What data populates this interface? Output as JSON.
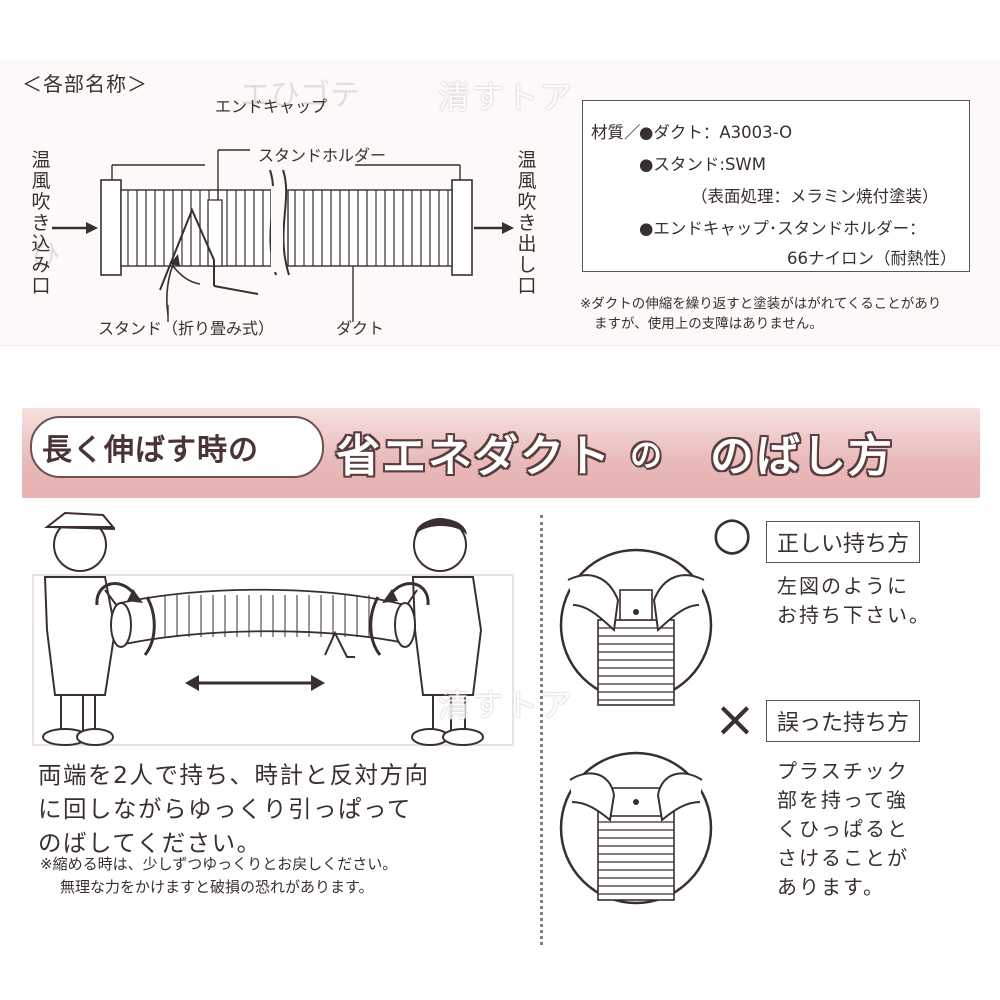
{
  "parts": {
    "section_title": "＜各部名称＞",
    "end_cap": "エンドキャップ",
    "stand_holder": "スタンドホルダー",
    "stand": "スタンド（折り畳み式）",
    "duct": "ダクト",
    "inlet": "温風吹き込み口",
    "outlet": "温風吹き出し口"
  },
  "materials": {
    "label": "材質／",
    "duct": "●ダクト：A3003-O",
    "stand": "●スタンド:SWM",
    "stand_finish": "（表面処理：メラミン焼付塗装）",
    "cap_holder": "●エンドキャップ･スタンドホルダー：",
    "cap_holder_material": "66ナイロン（耐熱性）"
  },
  "duct_note": {
    "line1": "※ダクトの伸縮を繰り返すと塗装がはがれてくることがあり",
    "line2": "ますが、使用上の支障はありません。"
  },
  "banner": {
    "prefix": "長く伸ばす時の",
    "main": "省エネダクト",
    "suffix": "の",
    "end": "のばし方"
  },
  "instructions": {
    "line1": "両端を2人で持ち、時計と反対方向",
    "line2": "に回しながらゆっくり引っぱって",
    "line3": "のばしてください。"
  },
  "shrink_note": {
    "line1": "※縮める時は、少しずつゆっくりとお戻しください。",
    "line2": "無理な力をかけますと破損の恐れがあります。"
  },
  "correct": {
    "mark": "○",
    "title": "正しい持ち方",
    "line1": "左図のように",
    "line2": "お持ち下さい。"
  },
  "wrong": {
    "mark": "×",
    "title": "誤った持ち方",
    "line1": "プラスチック",
    "line2": "部を持って強",
    "line3": "くひっぱると",
    "line4": "さけることが",
    "line5": "あります。"
  },
  "watermark": "清すトア",
  "colors": {
    "banner_pink": "#e9b9b9",
    "ink": "#3a2f2f",
    "outline": "#5a3d3d"
  }
}
